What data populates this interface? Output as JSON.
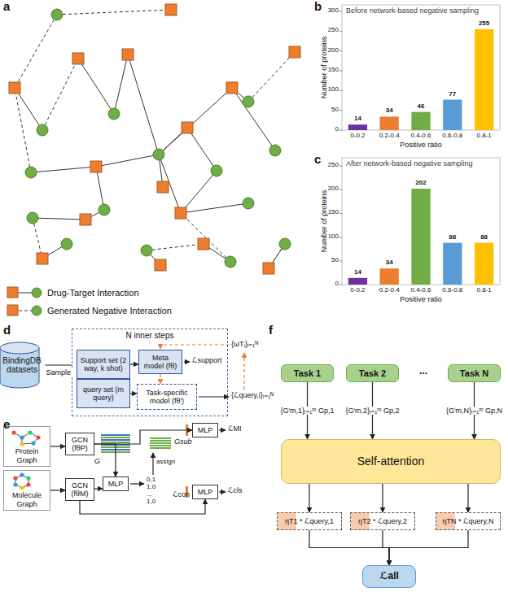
{
  "diagram": {
    "nodes": [
      {
        "text": [
          "BindingDB datasets"
        ]
      },
      {
        "text": [
          "N inner steps"
        ]
      },
      {
        "text": [
          "Support set (2 way, k shot)"
        ],
        "in": 1
      },
      {
        "text": [
          "query set (m query)"
        ],
        "in": 1
      },
      {
        "text": [
          "Meta model (fθ)"
        ],
        "in": 1
      },
      {
        "text": [
          "Task-specific model (fθ′)"
        ],
        "in": 1
      },
      {
        "text": [
          "Protein Graph"
        ]
      },
      {
        "text": [
          "Molecule Graph"
        ]
      },
      {
        "text": [
          "GCN (fθP)"
        ]
      },
      {
        "text": [
          "GCN (fθM)"
        ]
      },
      {
        "text": [
          "MLP"
        ]
      },
      {
        "text": [
          "MLP"
        ]
      },
      {
        "text": [
          "MLP"
        ]
      },
      {
        "text": [
          "Task 1"
        ]
      },
      {
        "text": [
          "Task 2"
        ]
      },
      {
        "text": [
          "Task N"
        ]
      },
      {
        "text": [
          "Self-attention"
        ]
      },
      {
        "text": [
          "ηT1 * ℒquery,1"
        ]
      },
      {
        "text": [
          "ηT2 * ℒquery,2"
        ]
      },
      {
        "text": [
          "ηTN * ℒquery,N"
        ]
      },
      {
        "text": [
          "ℒall"
        ]
      }
    ],
    "edges": [
      {
        "from": 0,
        "to": 1,
        "arrow": "none",
        "label": "Sample"
      },
      {
        "from": 2,
        "to": 4,
        "arrow": "to"
      },
      {
        "from": 3,
        "to": 5,
        "arrow": "to"
      },
      {
        "from": 4,
        "to": 5,
        "arrow": "to"
      },
      {
        "from": 6,
        "to": 8,
        "arrow": "to"
      },
      {
        "from": 7,
        "to": 9,
        "arrow": "to"
      },
      {
        "from": 8,
        "to": 10,
        "arrow": "to"
      },
      {
        "from": 9,
        "to": 10,
        "arrow": "to"
      },
      {
        "from": 8,
        "to": 11,
        "arrow": "to"
      },
      {
        "from": 9,
        "to": 12,
        "arrow": "to"
      },
      {
        "from": 13,
        "to": 16,
        "arrow": "to",
        "label": "{Gⁱm,1}ᵢ₌₁ᵐ Gp,1"
      },
      {
        "from": 14,
        "to": 16,
        "arrow": "to",
        "label": "{Gⁱm,2}ᵢ₌₁ᵐ Gp,2"
      },
      {
        "from": 15,
        "to": 16,
        "arrow": "to",
        "label": "{Gⁱm,N}ᵢ₌₁ᵐ Gp,N"
      },
      {
        "from": 16,
        "to": 17,
        "arrow": "to"
      },
      {
        "from": 16,
        "to": 18,
        "arrow": "to"
      },
      {
        "from": 16,
        "to": 19,
        "arrow": "to"
      },
      {
        "from": 17,
        "to": 20,
        "arrow": "to"
      },
      {
        "from": 18,
        "to": 20,
        "arrow": "to"
      },
      {
        "from": 19,
        "to": 20,
        "arrow": "to"
      }
    ],
    "labels": [
      "a",
      "b",
      "Before network-based negative sampling",
      "Number of proteins",
      "0",
      "50",
      "100",
      "150",
      "200",
      "250",
      "300",
      "0-0.2",
      "0.2-0.4",
      "0.4-0.6",
      "0.6-0.8",
      "0.8-1",
      "Positive ratio",
      "14",
      "34",
      "46",
      "77",
      "255",
      "c",
      "After network-based negative sampling",
      "Number of proteins",
      "0",
      "50",
      "100",
      "150",
      "200",
      "250",
      "0-0.2",
      "0.2-0.4",
      "0.4-0.6",
      "0.6-0.8",
      "0.8-1",
      "Positive ratio",
      "14",
      "34",
      "202",
      "88",
      "88",
      "d",
      "ℒsupport",
      "{ωTᵢ}ᵢ₌₁ᴺ",
      "{ℒquery,i}ᵢ₌₁ᴺ",
      "e",
      "G",
      "Gsub",
      "assign",
      "0,1",
      "1,0",
      "...",
      "1,0",
      "ℒcon",
      "ℒMI",
      "ℒcls",
      "f",
      "..."
    ],
    "legend": [
      {
        "text": "Drug-Target Interaction"
      },
      {
        "text": "Generated Negative Interaction"
      }
    ]
  }
}
